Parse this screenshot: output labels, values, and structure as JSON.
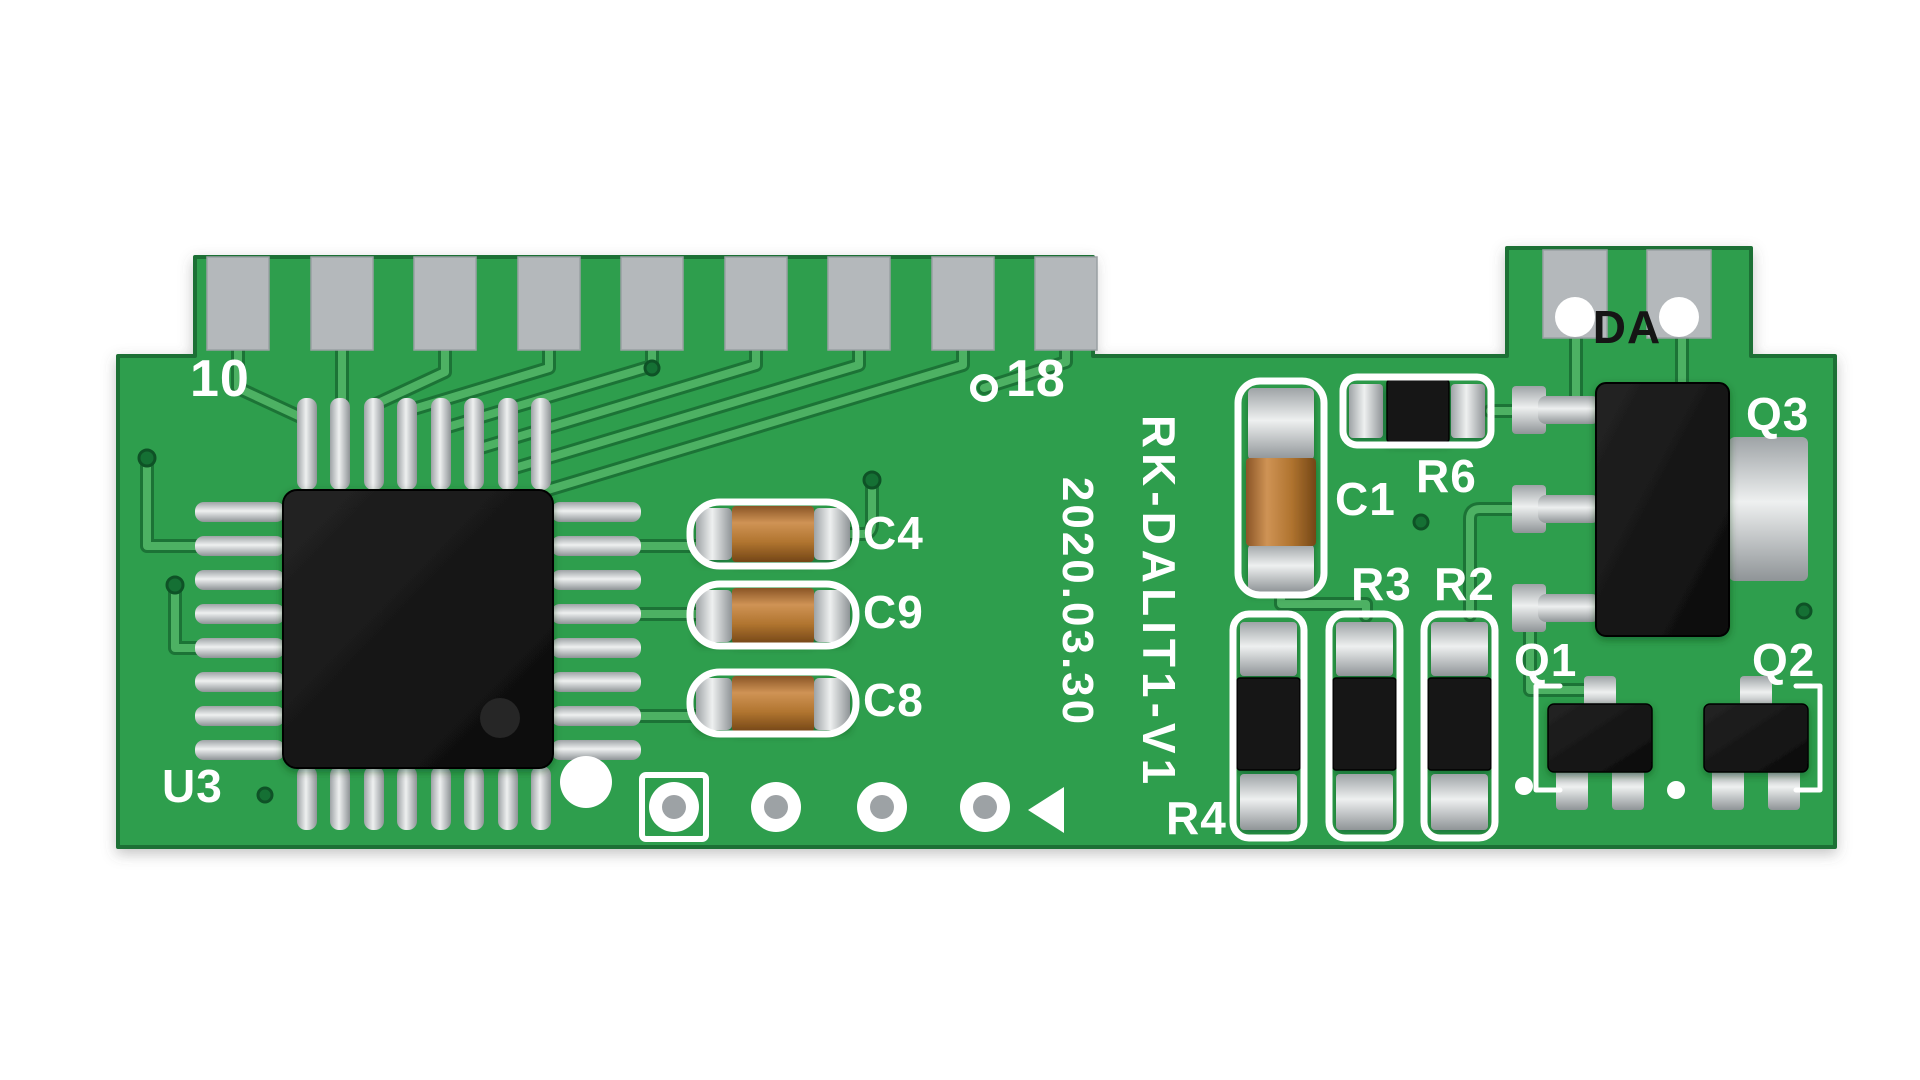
{
  "silkscreen": {
    "model": "RK-DALIT1-V1",
    "date": "2020.03.30",
    "pin_first": "10",
    "pin_last": "18",
    "connector_label": "DA"
  },
  "labels": {
    "u3": "U3",
    "c4": "C4",
    "c9": "C9",
    "c8": "C8",
    "c1": "C1",
    "r6": "R6",
    "r3": "R3",
    "r2": "R2",
    "r4": "R4",
    "q1": "Q1",
    "q2": "Q2",
    "q3": "Q3"
  },
  "colors": {
    "background": "#ffffff",
    "board_green": "#2f9e4d",
    "board_edge": "#1e7036",
    "trace_green": "#4db163",
    "trace_shadow": "#1c7336",
    "silkscreen_white": "#ffffff",
    "pad_gray": "#b4b8bb",
    "hole_gray": "#9da2a5",
    "silver": "#d6d8da",
    "component_black": "#141414",
    "capacitor_tan": "#b5783c",
    "text_black": "#151515"
  }
}
